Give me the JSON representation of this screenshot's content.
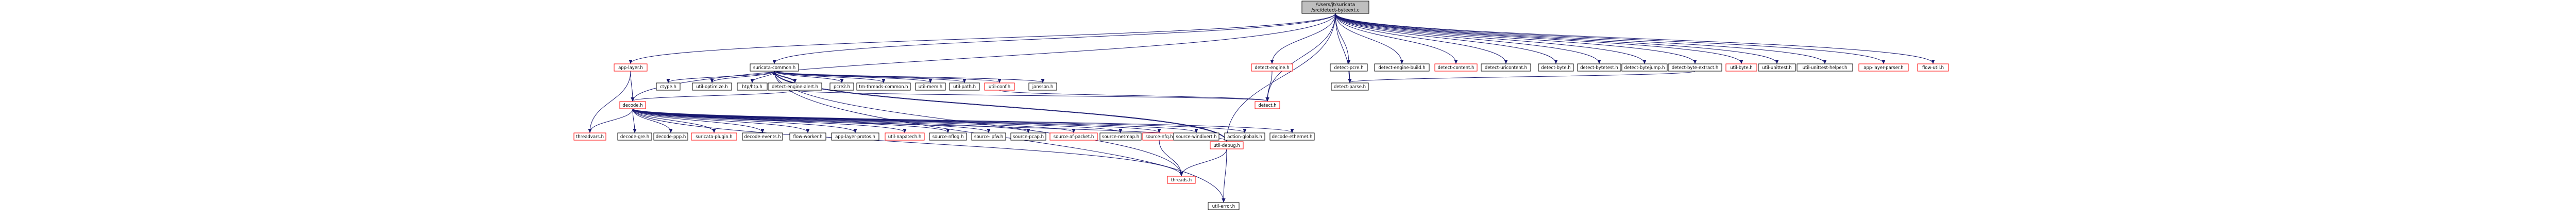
{
  "colors": {
    "edge": "#191970",
    "root_fill": "#bfbfbf",
    "red_border": "#ff0000"
  },
  "nodes": [
    {
      "id": "root",
      "label": "/Users/jt/suricata",
      "label2": "/src/detect-byteext.c",
      "style": "root"
    },
    {
      "id": "app-layer.h",
      "label": "app-layer.h",
      "style": "red"
    },
    {
      "id": "suricata-common.h",
      "label": "suricata-common.h",
      "style": "plain"
    },
    {
      "id": "decode.h",
      "label": "decode.h",
      "style": "red"
    },
    {
      "id": "detect-engine.h",
      "label": "detect-engine.h",
      "style": "red"
    },
    {
      "id": "detect-pcre.h",
      "label": "detect-pcre.h",
      "style": "plain"
    },
    {
      "id": "detect-engine-build.h",
      "label": "detect-engine-build.h",
      "style": "plain"
    },
    {
      "id": "detect-content.h",
      "label": "detect-content.h",
      "style": "red"
    },
    {
      "id": "detect-uricontent.h",
      "label": "detect-uricontent.h",
      "style": "plain"
    },
    {
      "id": "detect-bytetest.h",
      "label": "detect-bytetest.h",
      "style": "plain"
    },
    {
      "id": "detect-byte.h",
      "label": "detect-byte.h",
      "style": "plain"
    },
    {
      "id": "detect-bytejump.h",
      "label": "detect-bytejump.h",
      "style": "plain"
    },
    {
      "id": "detect-byte-extract.h",
      "label": "detect-byte-extract.h",
      "style": "plain"
    },
    {
      "id": "util-byte.h",
      "label": "util-byte.h",
      "style": "red"
    },
    {
      "id": "util-unittest.h",
      "label": "util-unittest.h",
      "style": "plain"
    },
    {
      "id": "util-unittest-helper.h",
      "label": "util-unittest-helper.h",
      "style": "plain"
    },
    {
      "id": "app-layer-parser.h",
      "label": "app-layer-parser.h",
      "style": "red"
    },
    {
      "id": "flow-util.h",
      "label": "flow-util.h",
      "style": "red"
    },
    {
      "id": "detect-parse.h",
      "label": "detect-parse.h",
      "style": "plain"
    },
    {
      "id": "detect.h",
      "label": "detect.h",
      "style": "red"
    },
    {
      "id": "ctype.h",
      "label": "ctype.h",
      "style": "plain"
    },
    {
      "id": "util-optimize.h",
      "label": "util-optimize.h",
      "style": "plain"
    },
    {
      "id": "htp/htp.h",
      "label": "htp/htp.h",
      "style": "plain"
    },
    {
      "id": "detect-engine-alert.h",
      "label": "detect-engine-alert.h",
      "style": "plain"
    },
    {
      "id": "pcre2.h",
      "label": "pcre2.h",
      "style": "plain"
    },
    {
      "id": "tm-threads-common.h",
      "label": "tm-threads-common.h",
      "style": "plain"
    },
    {
      "id": "util-mem.h",
      "label": "util-mem.h",
      "style": "plain"
    },
    {
      "id": "util-path.h",
      "label": "util-path.h",
      "style": "plain"
    },
    {
      "id": "util-conf.h",
      "label": "util-conf.h",
      "style": "red"
    },
    {
      "id": "jansson.h",
      "label": "jansson.h",
      "style": "plain"
    },
    {
      "id": "threadvars.h",
      "label": "threadvars.h",
      "style": "red"
    },
    {
      "id": "decode-gre.h",
      "label": "decode-gre.h",
      "style": "plain"
    },
    {
      "id": "decode-ppp.h",
      "label": "decode-ppp.h",
      "style": "plain"
    },
    {
      "id": "suricata-plugin.h",
      "label": "suricata-plugin.h",
      "style": "red"
    },
    {
      "id": "decode-events.h",
      "label": "decode-events.h",
      "style": "plain"
    },
    {
      "id": "flow-worker.h",
      "label": "flow-worker.h",
      "style": "plain"
    },
    {
      "id": "app-layer-protos.h",
      "label": "app-layer-protos.h",
      "style": "plain"
    },
    {
      "id": "util-napatech.h",
      "label": "util-napatech.h",
      "style": "red"
    },
    {
      "id": "source-nflog.h",
      "label": "source-nflog.h",
      "style": "plain"
    },
    {
      "id": "source-ipfw.h",
      "label": "source-ipfw.h",
      "style": "plain"
    },
    {
      "id": "source-pcap.h",
      "label": "source-pcap.h",
      "style": "plain"
    },
    {
      "id": "source-af-packet.h",
      "label": "source-af-packet.h",
      "style": "red"
    },
    {
      "id": "source-netmap.h",
      "label": "source-netmap.h",
      "style": "plain"
    },
    {
      "id": "source-nfq.h",
      "label": "source-nfq.h",
      "style": "red"
    },
    {
      "id": "source-windivert.h",
      "label": "source-windivert.h",
      "style": "plain"
    },
    {
      "id": "action-globals.h",
      "label": "action-globals.h",
      "style": "plain"
    },
    {
      "id": "decode-ethernet.h",
      "label": "decode-ethernet.h",
      "style": "plain"
    },
    {
      "id": "util-debug.h",
      "label": "util-debug.h",
      "style": "red"
    },
    {
      "id": "threads.h",
      "label": "threads.h",
      "style": "red"
    },
    {
      "id": "util-error.h",
      "label": "util-error.h",
      "style": "plain"
    }
  ],
  "edges": [
    [
      "root",
      "app-layer.h"
    ],
    [
      "root",
      "suricata-common.h"
    ],
    [
      "root",
      "decode.h"
    ],
    [
      "root",
      "detect-engine.h"
    ],
    [
      "root",
      "detect-pcre.h"
    ],
    [
      "root",
      "detect-engine-build.h"
    ],
    [
      "root",
      "detect-content.h"
    ],
    [
      "root",
      "detect-uricontent.h"
    ],
    [
      "root",
      "detect-bytetest.h"
    ],
    [
      "root",
      "detect-byte.h"
    ],
    [
      "root",
      "detect-bytejump.h"
    ],
    [
      "root",
      "detect-byte-extract.h"
    ],
    [
      "root",
      "util-byte.h"
    ],
    [
      "root",
      "util-unittest.h"
    ],
    [
      "root",
      "util-unittest-helper.h"
    ],
    [
      "root",
      "app-layer-parser.h"
    ],
    [
      "root",
      "flow-util.h"
    ],
    [
      "root",
      "detect-parse.h"
    ],
    [
      "root",
      "detect.h"
    ],
    [
      "root",
      "util-debug.h"
    ],
    [
      "app-layer.h",
      "decode.h"
    ],
    [
      "app-layer.h",
      "threadvars.h"
    ],
    [
      "suricata-common.h",
      "ctype.h"
    ],
    [
      "suricata-common.h",
      "util-optimize.h"
    ],
    [
      "suricata-common.h",
      "htp/htp.h"
    ],
    [
      "suricata-common.h",
      "detect-engine-alert.h"
    ],
    [
      "suricata-common.h",
      "pcre2.h"
    ],
    [
      "suricata-common.h",
      "tm-threads-common.h"
    ],
    [
      "suricata-common.h",
      "util-mem.h"
    ],
    [
      "suricata-common.h",
      "util-path.h"
    ],
    [
      "suricata-common.h",
      "util-conf.h"
    ],
    [
      "suricata-common.h",
      "jansson.h"
    ],
    [
      "suricata-common.h",
      "util-debug.h"
    ],
    [
      "suricata-common.h",
      "threads.h"
    ],
    [
      "suricata-common.h",
      "util-error.h"
    ],
    [
      "detect-engine-alert.h",
      "suricata-common.h"
    ],
    [
      "detect-engine-alert.h",
      "decode.h"
    ],
    [
      "detect-engine-alert.h",
      "detect.h"
    ],
    [
      "detect-engine.h",
      "detect.h"
    ],
    [
      "detect-pcre.h",
      "detect-parse.h"
    ],
    [
      "detect-byte-extract.h",
      "detect-parse.h"
    ],
    [
      "decode.h",
      "threadvars.h"
    ],
    [
      "decode.h",
      "decode-gre.h"
    ],
    [
      "decode.h",
      "decode-ppp.h"
    ],
    [
      "decode.h",
      "suricata-plugin.h"
    ],
    [
      "decode.h",
      "decode-events.h"
    ],
    [
      "decode.h",
      "flow-worker.h"
    ],
    [
      "decode.h",
      "app-layer-protos.h"
    ],
    [
      "decode.h",
      "util-napatech.h"
    ],
    [
      "decode.h",
      "source-nflog.h"
    ],
    [
      "decode.h",
      "source-ipfw.h"
    ],
    [
      "decode.h",
      "source-pcap.h"
    ],
    [
      "decode.h",
      "source-af-packet.h"
    ],
    [
      "decode.h",
      "source-netmap.h"
    ],
    [
      "decode.h",
      "source-nfq.h"
    ],
    [
      "decode.h",
      "source-windivert.h"
    ],
    [
      "decode.h",
      "action-globals.h"
    ],
    [
      "decode.h",
      "decode-ethernet.h"
    ],
    [
      "decode.h",
      "util-debug.h"
    ],
    [
      "decode.h",
      "threads.h"
    ],
    [
      "source-nfq.h",
      "threads.h"
    ],
    [
      "util-debug.h",
      "suricata-common.h"
    ],
    [
      "util-debug.h",
      "threads.h"
    ],
    [
      "util-debug.h",
      "util-error.h"
    ],
    [
      "util-conf.h",
      "detect.h"
    ]
  ]
}
